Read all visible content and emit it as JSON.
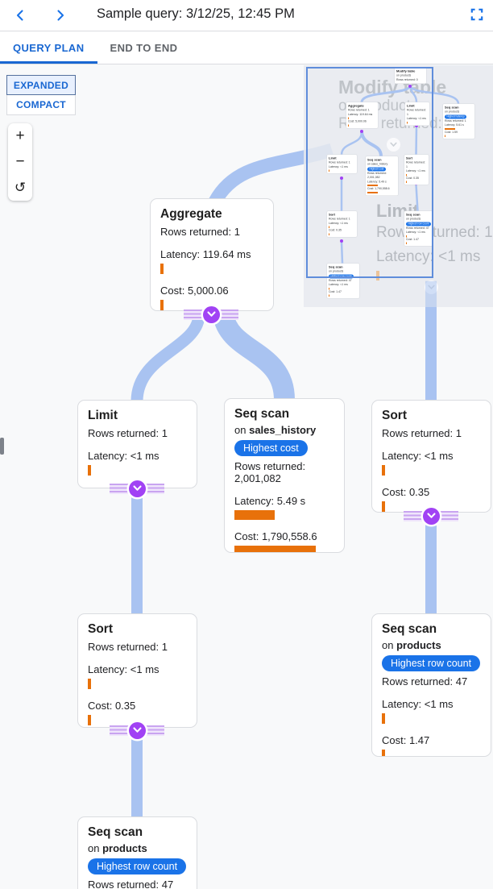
{
  "header": {
    "title": "Sample query: 3/12/25, 12:45 PM",
    "back_icon": "chevron-left",
    "forward_icon": "chevron-right",
    "fullscreen_icon": "fullscreen-corners"
  },
  "tabs": {
    "query_plan": "QUERY PLAN",
    "end_to_end": "END TO END",
    "active": "QUERY PLAN"
  },
  "view_toggle": {
    "expanded": "EXPANDED",
    "compact": "COMPACT",
    "selected": "EXPANDED"
  },
  "zoom_controls": {
    "zoom_in": "+",
    "zoom_out": "−",
    "reset_icon": "rotate-ccw"
  },
  "colors": {
    "accent": "#1a73e8",
    "tab_active": "#1967d2",
    "edge_blue": "#a9c3f1",
    "metric_orange": "#e8710a",
    "collapse_purple": "#a142f4",
    "badge_bg": "#1a73e8",
    "canvas_bg": "#f8f9fa",
    "node_border": "#dadce0",
    "viewport_border": "#5f8ddb"
  },
  "nodes": {
    "aggregate": {
      "title": "Aggregate",
      "rows": "Rows returned: 1",
      "latency": "Latency: 119.64 ms",
      "cost": "Cost: 5,000.06"
    },
    "limit": {
      "title": "Limit",
      "rows": "Rows returned: 1",
      "latency": "Latency: <1 ms"
    },
    "seq_scan_sales": {
      "title": "Seq scan",
      "on_prefix": "on",
      "table": "sales_history",
      "badge": "Highest cost",
      "rows": "Rows returned: 2,001,082",
      "latency": "Latency: 5.49 s",
      "cost": "Cost: 1,790,558.6"
    },
    "sort_right": {
      "title": "Sort",
      "rows": "Rows returned: 1",
      "latency": "Latency: <1 ms",
      "cost": "Cost: 0.35"
    },
    "sort_left": {
      "title": "Sort",
      "rows": "Rows returned: 1",
      "latency": "Latency: <1 ms",
      "cost": "Cost: 0.35"
    },
    "seq_scan_products_right": {
      "title": "Seq scan",
      "on_prefix": "on",
      "table": "products",
      "badge": "Highest row count",
      "rows": "Rows returned: 47",
      "latency": "Latency: <1 ms",
      "cost": "Cost: 1.47"
    },
    "seq_scan_products_bottom": {
      "title": "Seq scan",
      "on_prefix": "on",
      "table": "products",
      "badge": "Highest row count",
      "rows": "Rows returned: 47"
    }
  },
  "minimap": {
    "background_text": {
      "modify_title": "Modify table",
      "modify_sub": "on products",
      "modify_rows": "Rows returned:",
      "limit_title": "Limit",
      "limit_rows": "Rows returned: 1",
      "limit_latency": "Latency: <1 ms"
    },
    "nodes": [
      {
        "id": "modify-table",
        "title": "Modify table",
        "sub": "on products",
        "lines": [
          "Rows returned: 0"
        ]
      },
      {
        "id": "aggregate",
        "title": "Aggregate",
        "lines": [
          "Rows returned: 1",
          "Latency: 119.64 ms",
          "Cost: 5,000.06"
        ],
        "ticks": [
          1,
          2
        ]
      },
      {
        "id": "limit-top",
        "title": "Limit",
        "lines": [
          "Rows returned: 1",
          "Latency: <1 ms"
        ],
        "ticks": [
          1
        ]
      },
      {
        "id": "seq-scan-latency",
        "title": "Seq scan",
        "sub": "on products",
        "badge": "Highest latency",
        "lines": [
          "Rows returned: 1",
          "Latency: 5.61 s",
          "Cost: 1.59"
        ],
        "bars": [
          1
        ],
        "ticks": [
          2
        ]
      },
      {
        "id": "limit-mid",
        "title": "Limit",
        "lines": [
          "Rows returned: 1",
          "Latency: <1 ms"
        ],
        "ticks": [
          1
        ]
      },
      {
        "id": "seq-scan-sales",
        "title": "Seq scan",
        "sub": "on sales_history",
        "badge": "Highest cost",
        "lines": [
          "Rows returned: 2,001,082",
          "Latency: 5.49 s",
          "Cost: 1,790,558.6"
        ],
        "bars": [
          1,
          2
        ]
      },
      {
        "id": "sort-top",
        "title": "Sort",
        "lines": [
          "Rows returned: 1",
          "Latency: <1 ms",
          "Cost: 0.35"
        ],
        "ticks": [
          1,
          2
        ]
      },
      {
        "id": "seq-scan-products-right",
        "title": "Seq scan",
        "sub": "on products",
        "badge": "Highest row count",
        "lines": [
          "Rows returned: 47",
          "Latency: <1 ms",
          "Cost: 1.47"
        ],
        "ticks": [
          1,
          2
        ]
      },
      {
        "id": "sort-bottom",
        "title": "Sort",
        "lines": [
          "Rows returned: 1",
          "Latency: <1 ms",
          "Cost: 0.35"
        ],
        "ticks": [
          1,
          2
        ]
      },
      {
        "id": "seq-scan-products-bottom",
        "title": "Seq scan",
        "sub": "on products",
        "badge": "Highest row count",
        "lines": [
          "Rows returned: 47",
          "Latency: <1 ms",
          "Cost: 1.47"
        ],
        "ticks": [
          1,
          2
        ]
      }
    ]
  }
}
